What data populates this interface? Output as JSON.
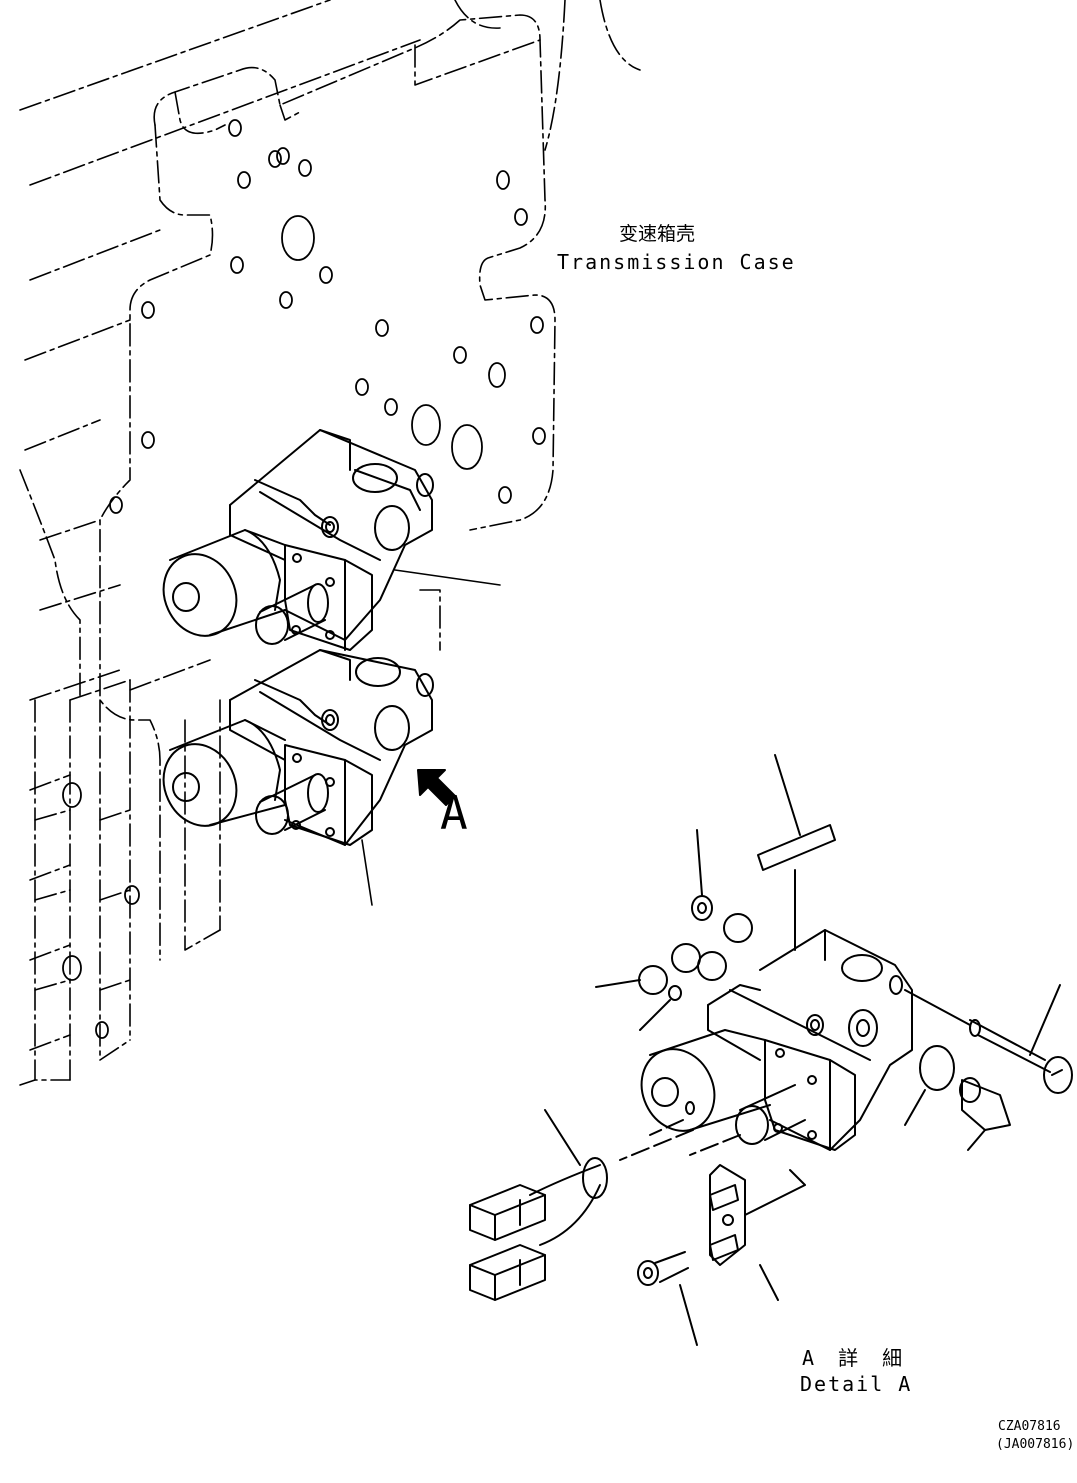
{
  "labels": {
    "case_cn": "变速箱壳",
    "case_en": "Transmission Case",
    "callout": "A",
    "detail_cn": "A 詳 細",
    "detail_en": "Detail A",
    "code_main": "CZA07816",
    "code_sub": "(JA007816)"
  },
  "colors": {
    "line": "#000000",
    "background": "#ffffff"
  },
  "icons": {
    "callout_arrow": "thick-arrow-up-left"
  }
}
